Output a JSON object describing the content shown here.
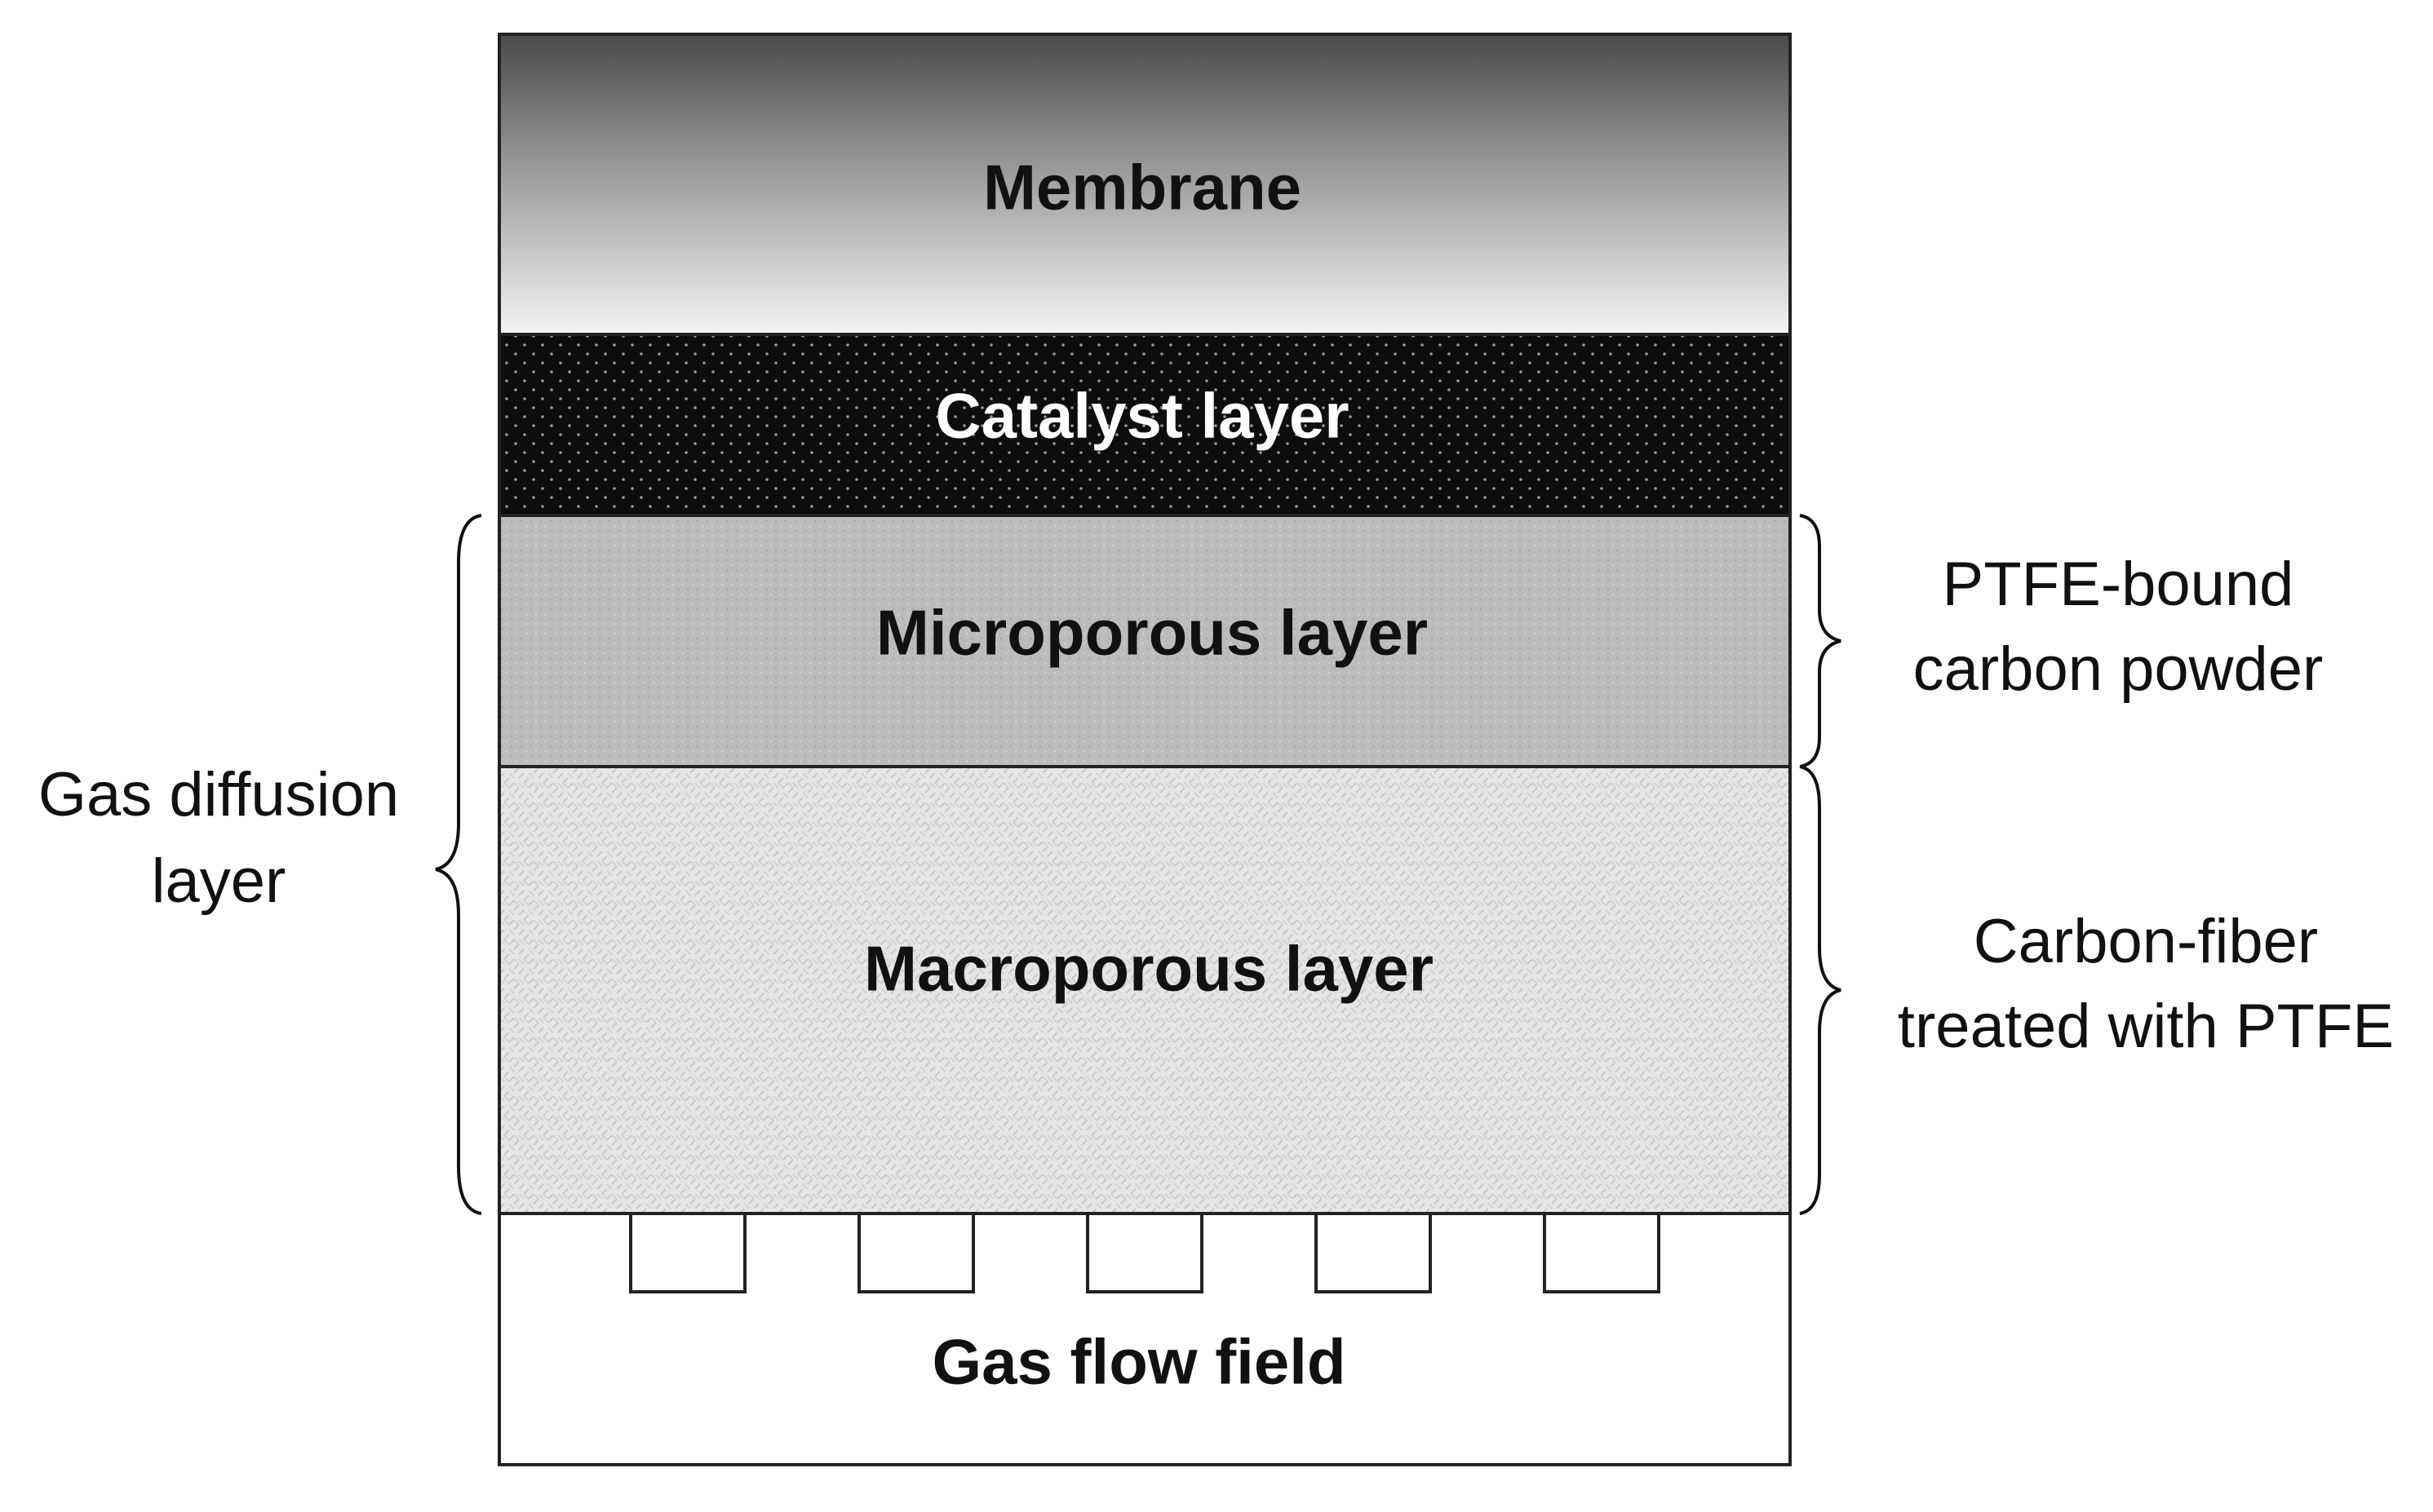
{
  "diagram": {
    "layers": {
      "membrane": "Membrane",
      "catalyst": "Catalyst layer",
      "microporous": "Microporous layer",
      "macroporous": "Macroporous layer",
      "flow_field": "Gas flow field"
    },
    "left_bracket": {
      "line1": "Gas diffusion",
      "line2": "layer"
    },
    "right_brackets": {
      "micro_line1": "PTFE-bound",
      "micro_line2": "carbon powder",
      "macro_line1": "Carbon-fiber",
      "macro_line2": "treated with PTFE"
    },
    "colors": {
      "membrane_top": "#4a4a4a",
      "membrane_bottom": "#f2f2f2",
      "catalyst": "#0d0d0d",
      "microporous": "#bdbdbd",
      "macroporous": "#e4e4e4",
      "flow_field": "#ffffff"
    }
  }
}
